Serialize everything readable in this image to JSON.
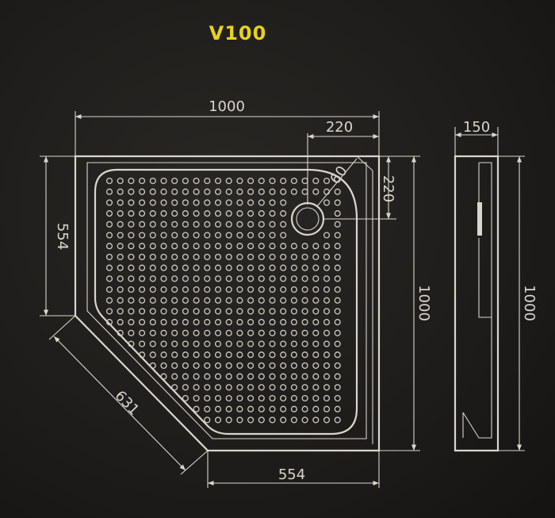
{
  "title": "V100",
  "dimensions": {
    "top_width": "1000",
    "drain_offset_x": "220",
    "drain_offset_y": "220",
    "drain_diameter": "60",
    "left_straight": "554",
    "diagonal": "631",
    "bottom_straight": "554",
    "right_height": "1000",
    "side_depth": "150",
    "side_height": "1000"
  },
  "colors": {
    "background": "#1e1c1a",
    "line": "#d9d6cf",
    "title": "#e8d21a"
  }
}
